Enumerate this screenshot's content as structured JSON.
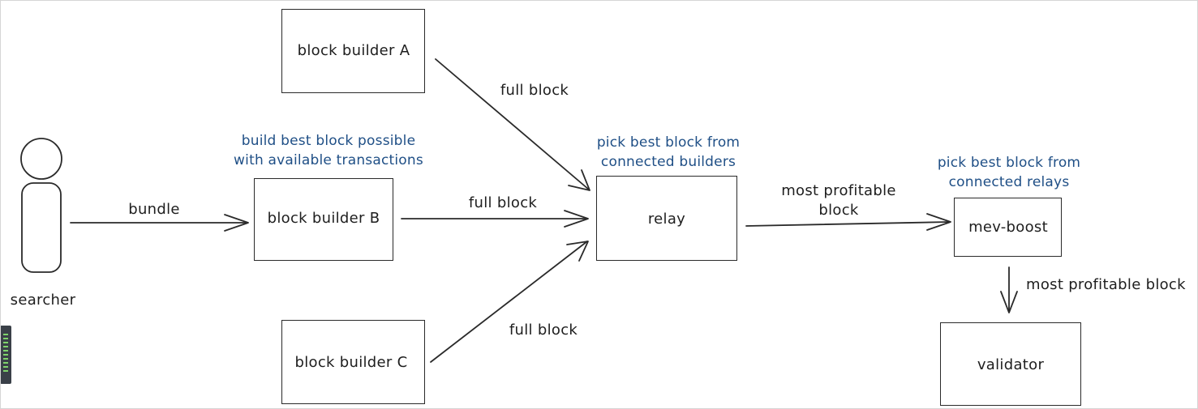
{
  "nodes": {
    "searcher": "searcher",
    "builder_a": "block builder A",
    "builder_b": "block builder B",
    "builder_c": "block builder C",
    "relay": "relay",
    "mev_boost": "mev-boost",
    "validator": "validator"
  },
  "edges": {
    "bundle": "bundle",
    "a_to_relay": "full block",
    "b_to_relay": "full block",
    "c_to_relay": "full block",
    "relay_to_mevboost": [
      "most profitable",
      "block"
    ],
    "mevboost_to_validator": "most profitable block"
  },
  "notes": {
    "builder": [
      "build best block possible",
      "with available transactions"
    ],
    "relay": [
      "pick best block from",
      "connected builders"
    ],
    "mev_boost": [
      "pick best block from",
      "connected relays"
    ]
  },
  "colors": {
    "stroke": "#2a2a2a",
    "text": "#1e1e1e",
    "note_text": "#1f4f86",
    "background": "#ffffff"
  }
}
